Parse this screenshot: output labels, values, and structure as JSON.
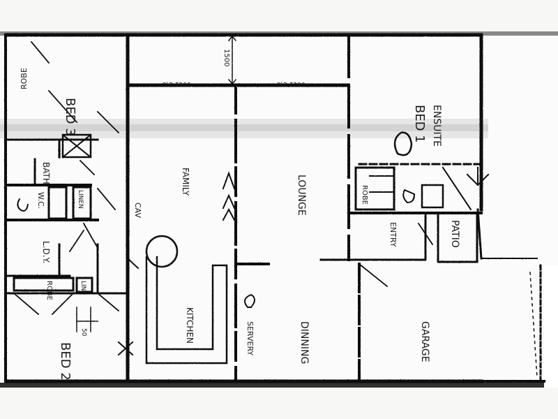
{
  "rooms": {
    "bed3": "BED 3",
    "robe_bed3": "ROBE",
    "bath": "BATH",
    "wc": "W.C.",
    "linen": "LINEN",
    "ldy": "L.D.Y.",
    "robe_bed2": "ROBE",
    "lin": "LIN",
    "bed2": "BED 2",
    "cav_left": "CAV",
    "family": "FAMILY",
    "kitchen": "KITCHEN",
    "servery": "SERVERY",
    "lounge": "LOUNGE",
    "dinning": "DINNING",
    "bed1": "BED 1",
    "ensuite": "ENSUITE",
    "robe_bed1": "ROBE",
    "entry": "ENTRY",
    "patio": "PATIO",
    "garage": "GARAGE"
  },
  "annotations": {
    "os_left": "O/S 1500",
    "os_right": "O/S 1500",
    "dim_1500": "1500",
    "dim_50": "50"
  }
}
